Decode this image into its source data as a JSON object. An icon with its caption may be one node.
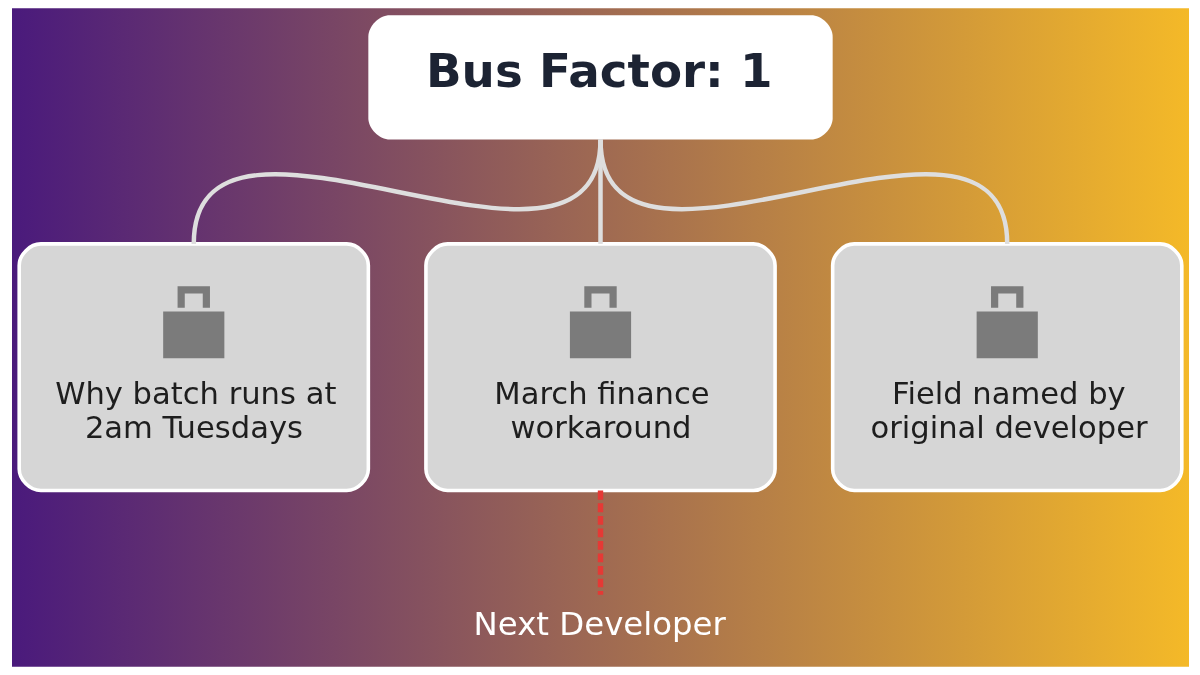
{
  "diagram": {
    "nodes": [
      {
        "text": [
          "Bus Factor: 1"
        ]
      },
      {
        "text": [
          "Why batch runs at 2am Tuesdays"
        ]
      },
      {
        "text": [
          "March finance workaround"
        ]
      },
      {
        "text": [
          "Field named by original developer"
        ]
      },
      {
        "text": [
          "Next Developer"
        ]
      }
    ],
    "edges": [
      {
        "from": 0,
        "to": 1,
        "arrow": "none"
      },
      {
        "from": 0,
        "to": 2,
        "arrow": "none"
      },
      {
        "from": 0,
        "to": 3,
        "arrow": "none"
      },
      {
        "from": 2,
        "to": 4,
        "arrow": "none",
        "style": "dashed",
        "color": "#e53935"
      }
    ]
  }
}
